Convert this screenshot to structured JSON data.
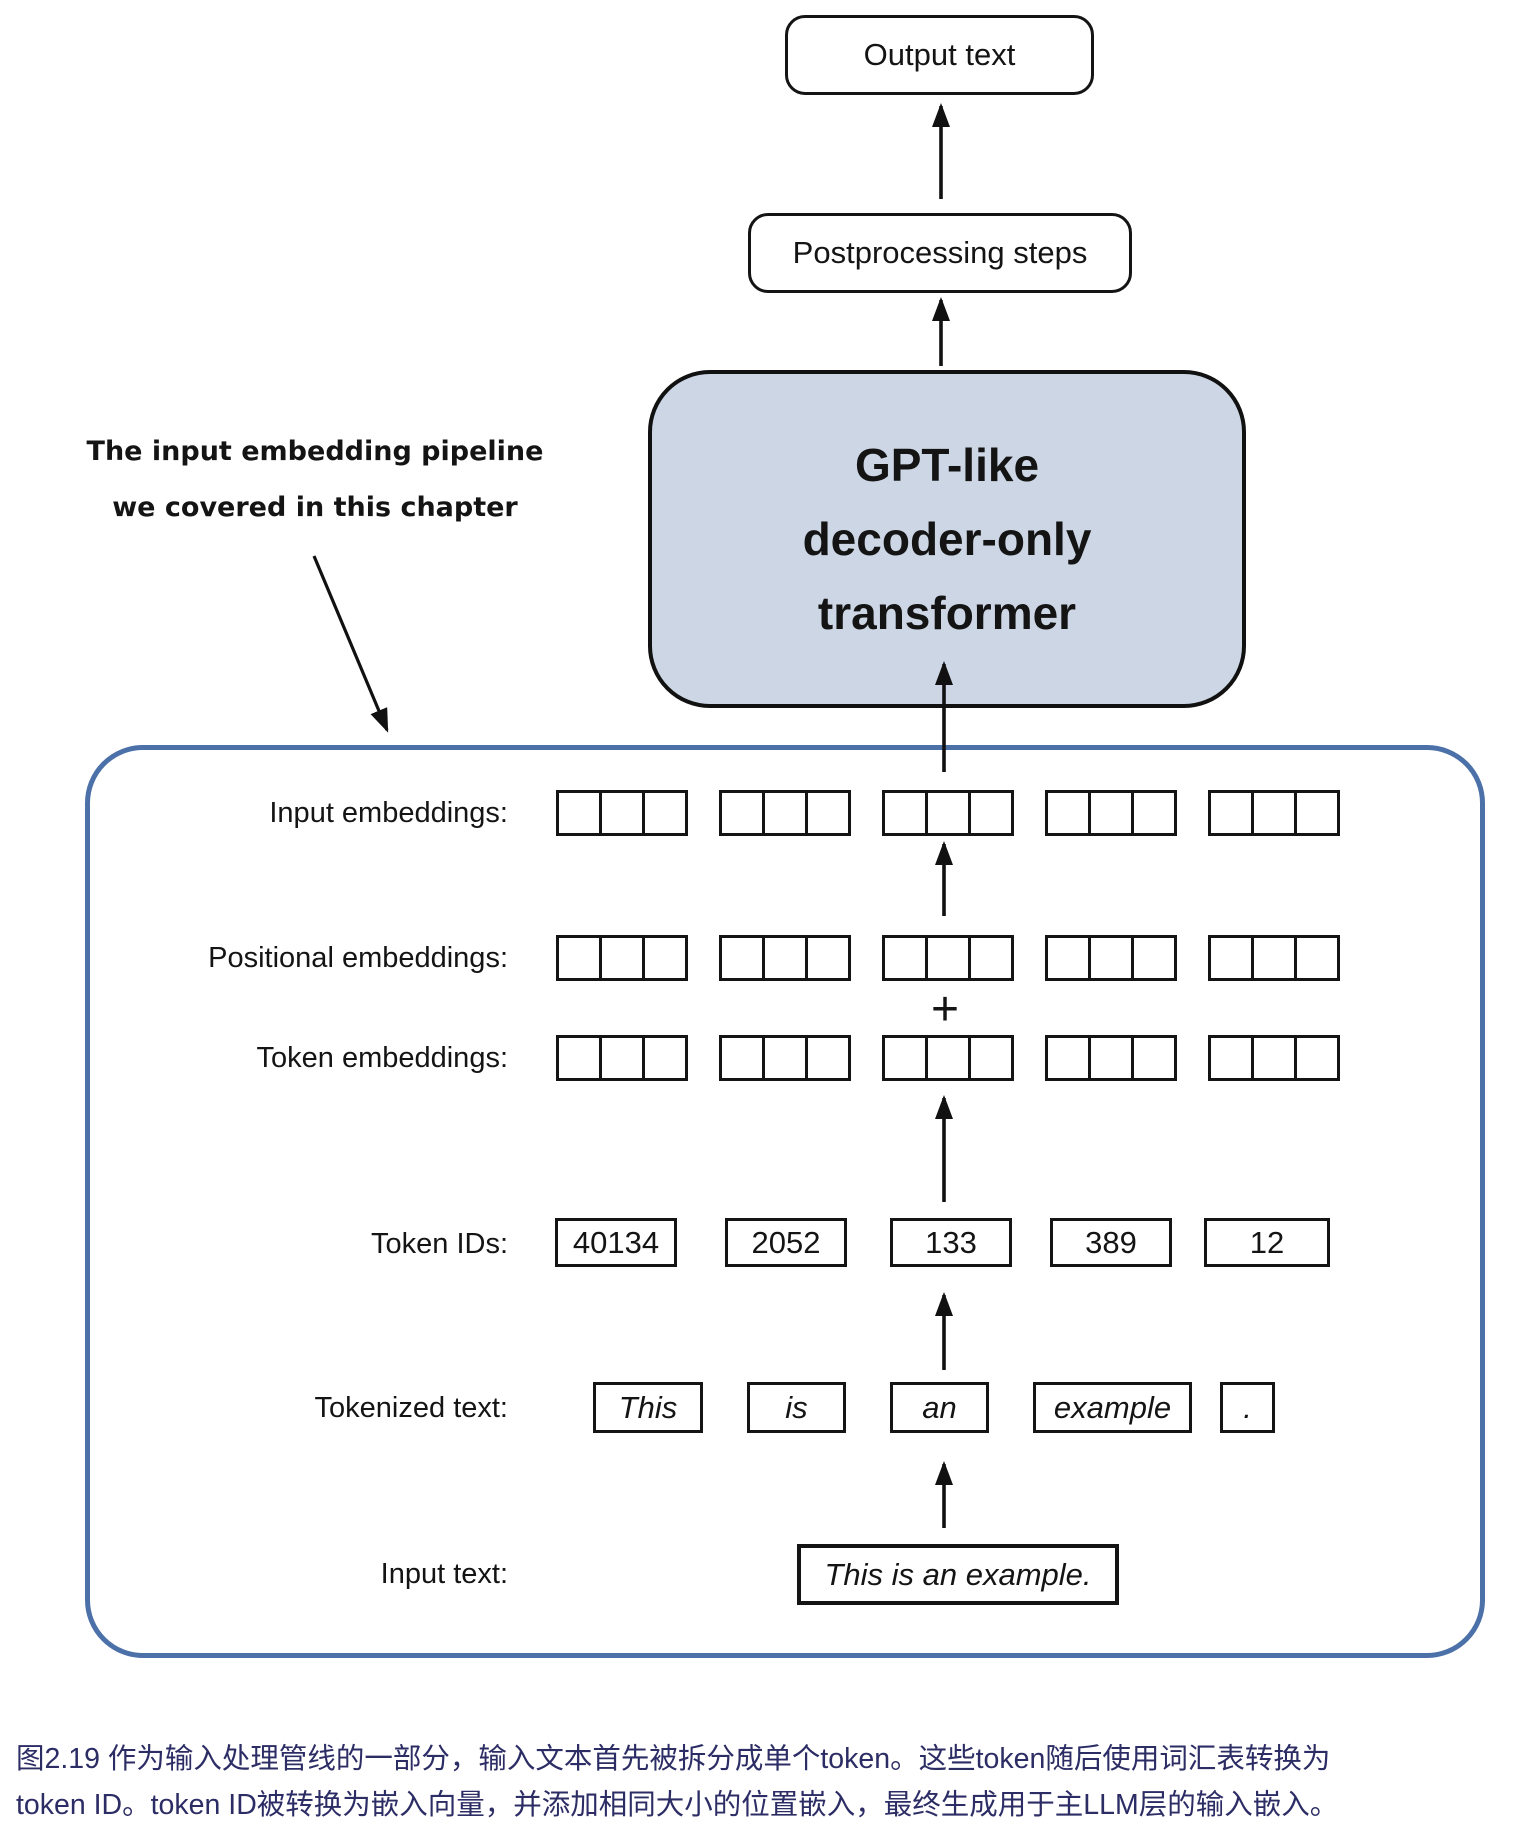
{
  "figure": {
    "output_box_label": "Output text",
    "postprocessing_box_label": "Postprocessing steps",
    "transformer_box_lines": [
      "GPT-like",
      "decoder-only",
      "transformer"
    ],
    "annotation_lines": [
      "The input embedding pipeline",
      "we covered in this chapter"
    ],
    "rows": {
      "input_embeddings_label": "Input embeddings:",
      "positional_embeddings_label": "Positional embeddings:",
      "token_embeddings_label": "Token embeddings:",
      "token_ids_label": "Token IDs:",
      "tokenized_text_label": "Tokenized text:",
      "input_text_label": "Input text:",
      "plus_sign": "+",
      "token_ids": [
        "40134",
        "2052",
        "133",
        "389",
        "12"
      ],
      "tokens": [
        "This",
        "is",
        "an",
        "example",
        "."
      ],
      "input_text_value": "This is an example."
    },
    "embedding_groups_per_row": 5,
    "squares_per_group": 3
  },
  "caption": {
    "line1": "图2.19 作为输入处理管线的一部分，输入文本首先被拆分成单个token。这些token随后使用词汇表转换为",
    "line2": "token ID。token ID被转换为嵌入向量，并添加相同大小的位置嵌入，最终生成用于主LLM层的输入嵌入。"
  },
  "colors": {
    "container_border": "#4c70a8",
    "transformer_fill": "#cdd6e5",
    "caption_text": "#2d2d66",
    "diagram_stroke": "#111111"
  }
}
